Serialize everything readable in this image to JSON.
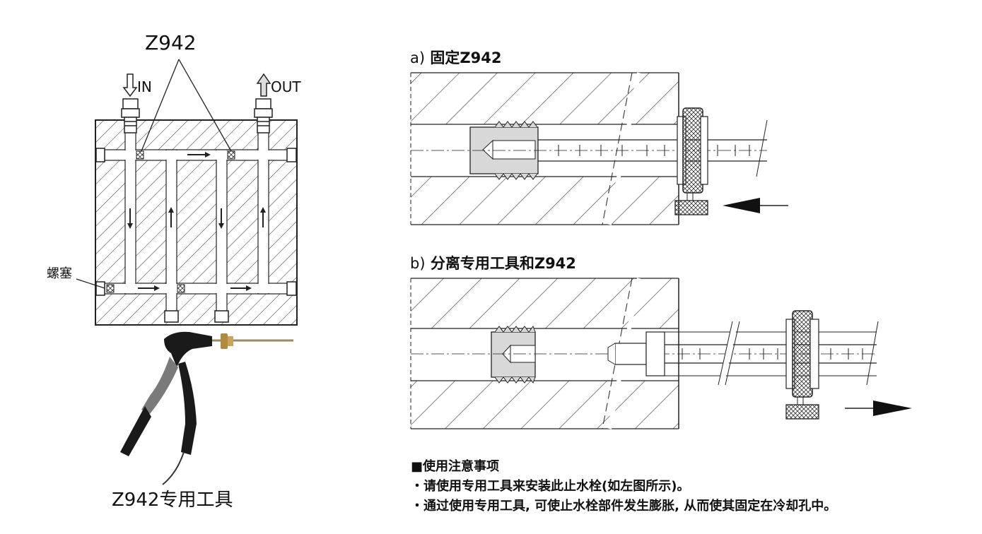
{
  "left_panel": {
    "top_label": "Z942",
    "inlet_label": "IN",
    "outlet_label": "OUT",
    "plug_label": "螺塞",
    "tool_caption": "Z942专用工具"
  },
  "right_panel": {
    "section_a": {
      "prefix": "a)",
      "title": "固定Z942"
    },
    "section_b": {
      "prefix": "b)",
      "title": "分离专用工具和Z942"
    }
  },
  "notes": {
    "heading": "■使用注意事项",
    "items": [
      "・请使用专用工具来安装此止水栓(如左图所示)。",
      "・通过使用专用工具, 可使止水栓部件发生膨胀, 从而使其固定在冷却孔中。"
    ]
  },
  "colors": {
    "line": "#222222",
    "plug_fill": "#d8d8d8",
    "tool_dark": "#1a1a1a",
    "tool_grey": "#7a7a7a",
    "nozzle": "#b08a40"
  }
}
